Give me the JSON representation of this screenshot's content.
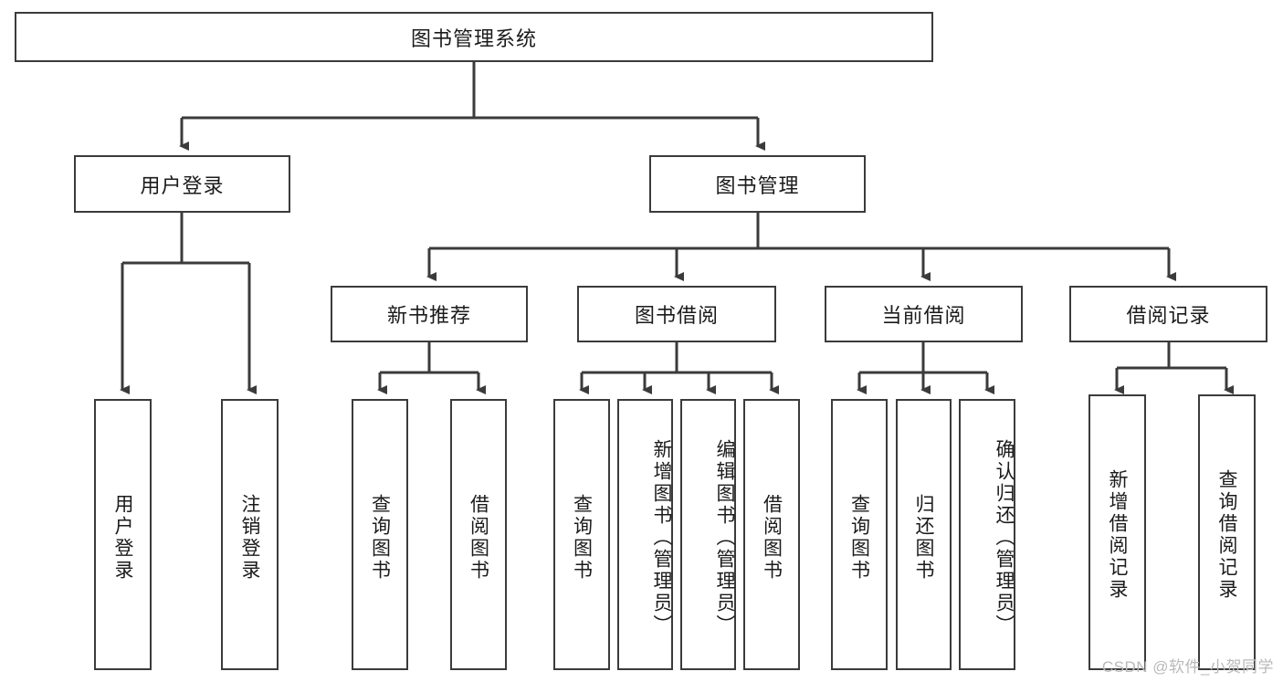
{
  "diagram": {
    "title": "图书管理系统",
    "type": "hierarchy-tree",
    "background_color": "#ffffff",
    "line_color": "#3b3b3b",
    "text_color": "#1b1b1b",
    "root": {
      "label": "图书管理系统"
    },
    "level2": [
      {
        "label": "用户登录"
      },
      {
        "label": "图书管理"
      }
    ],
    "level3": [
      {
        "label": "新书推荐"
      },
      {
        "label": "图书借阅"
      },
      {
        "label": "当前借阅"
      },
      {
        "label": "借阅记录"
      }
    ],
    "leaves": {
      "user_login": [
        {
          "label": "用户登录"
        },
        {
          "label": "注销登录"
        }
      ],
      "new_book_recommend": [
        {
          "label": "查询图书"
        },
        {
          "label": "借阅图书"
        }
      ],
      "book_borrow": [
        {
          "label": "查询图书"
        },
        {
          "label": "新增图书（管理员）"
        },
        {
          "label": "编辑图书（管理员）"
        },
        {
          "label": "借阅图书"
        }
      ],
      "current_borrow": [
        {
          "label": "查询图书"
        },
        {
          "label": "归还图书"
        },
        {
          "label": "确认归还（管理员）"
        }
      ],
      "borrow_record": [
        {
          "label": "新增借阅记录"
        },
        {
          "label": "查询借阅记录"
        }
      ]
    }
  },
  "watermark": {
    "text": "CSDN @软件_小贺同学"
  }
}
